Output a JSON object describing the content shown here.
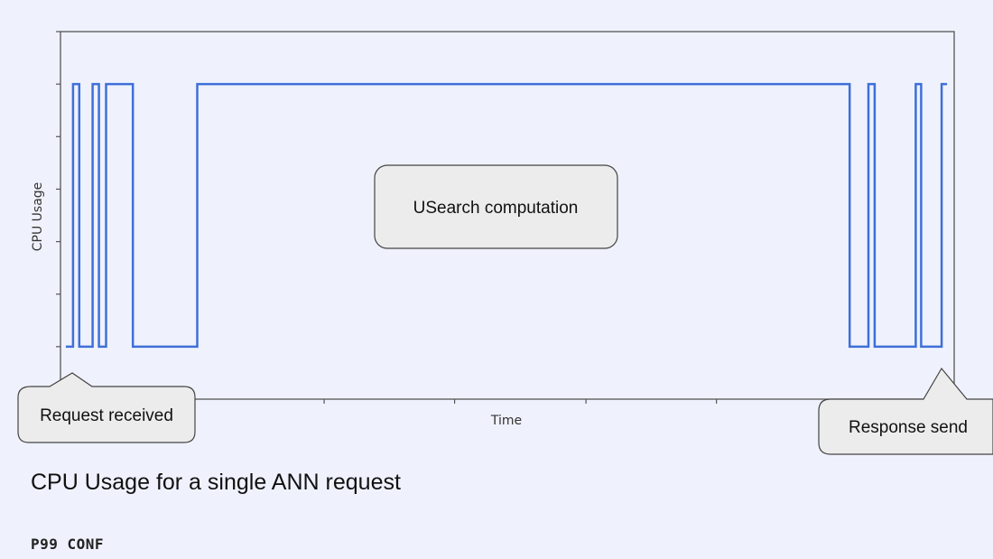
{
  "chart_data": {
    "type": "line",
    "style": "step",
    "title": "CPU Usage for a single ANN request",
    "xlabel": "Time",
    "ylabel": "CPU Usage",
    "xlim": [
      0,
      100
    ],
    "ylim": [
      -1,
      6
    ],
    "xticks": [
      14.6,
      29.5,
      44.1,
      58.8,
      73.4,
      88.1
    ],
    "yticks": [
      0,
      1,
      2,
      3,
      4,
      5
    ],
    "tick_labels_shown": false,
    "grid": false,
    "line_color": "#3f6fd8",
    "series": [
      {
        "x": [
          0.6,
          1.4,
          1.4,
          2.1,
          2.1,
          3.6,
          3.6,
          4.3,
          4.3,
          5.1,
          5.1,
          8.1,
          8.1,
          15.3,
          15.3,
          88.3,
          88.3,
          90.4,
          90.4,
          91.1,
          91.1,
          95.7,
          95.7,
          96.3,
          96.3,
          98.6,
          98.6,
          99.2
        ],
        "y": [
          0,
          0,
          5,
          5,
          0,
          0,
          5,
          5,
          0,
          0,
          5,
          5,
          0,
          0,
          5,
          5,
          0,
          0,
          5,
          5,
          0,
          0,
          5,
          5,
          0,
          0,
          5,
          5
        ]
      }
    ],
    "annotations": {
      "request": "Request received",
      "computation": "USearch computation",
      "response": "Response send"
    }
  },
  "slide": {
    "title": "CPU Usage for a single ANN request",
    "logo": "P99 CONF"
  }
}
